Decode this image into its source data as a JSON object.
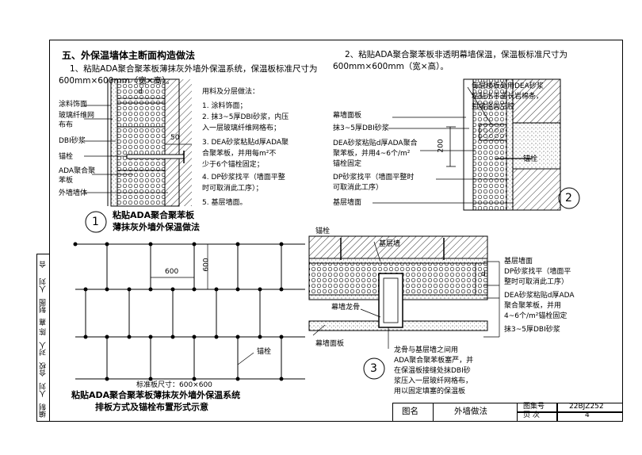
{
  "section_heading": "五、外保温墙体主断面构造做法",
  "intro1": [
    "1、粘贴ADA聚合聚苯板薄抹灰外墙外保温系统，保温板标准尺寸为",
    "600mm×600mm（宽×高）。"
  ],
  "intro2": [
    "2、粘贴ADA聚合聚苯板非透明幕墙保温，保温板标准尺寸为",
    "600mm×600mm（宽×高）。"
  ],
  "d1": {
    "labels": [
      "涂料饰面",
      "玻璃纤维网",
      "布布",
      "DBI砂浆",
      "锚栓",
      "ADA聚合聚",
      "苯板",
      "外墙墙体"
    ],
    "dim_d": "d",
    "dim_50": "50",
    "number": "1",
    "caption": [
      "粘贴ADA聚合聚苯板",
      "薄抹灰外墙外保温做法"
    ]
  },
  "materials": {
    "heading": "用料及分层做法：",
    "items": [
      "1. 涂料饰面；",
      "2. 抹3~5厚DBI砂浆，内压",
      "   入一层玻璃纤维网格布；",
      "3. DEA砂浆粘贴d厚ADA聚",
      "   合聚苯板，并用每m²不",
      "   少于6个锚栓固定；",
      "4. DP砂浆找平（墙面平整",
      "   时可取消此工序）；",
      "5. 基层墙面。"
    ]
  },
  "d2": {
    "left_labels": [
      "幕墙面板",
      "抹3~5厚DBI砂浆",
      "DEA砂浆粘贴d厚ADA聚合",
      "聚苯板，并用4~6个/m²",
      "锚栓固定",
      "DP砂浆找平（墙面平整时",
      "可取消此工序）",
      "基层墙面"
    ],
    "right_note": [
      "每层楼板处用DEA砂浆",
      "粘贴水平通长岩棉条，",
      "封堵竖向空腔"
    ],
    "anchor": "锚栓",
    "dim_200": "200",
    "number": "2"
  },
  "d_layout": {
    "dim_600_h": "600",
    "dim_600_v": "600",
    "anchor": "锚栓",
    "std_size": "标准板尺寸：600×600",
    "caption": [
      "粘贴ADA聚合聚苯板薄抹灰外墙外保温系统",
      "排板方式及锚栓布置形式示意"
    ]
  },
  "d3": {
    "anchor": "锚栓",
    "base_wall": "基层墙",
    "dim_d": "d",
    "keel": "幕墙龙骨",
    "panel": "幕墙面板",
    "right_labels": [
      "基层墙面",
      "DP砂浆找平（墙面平",
      "整时可取消此工序）",
      "DEA砂浆粘贴d厚ADA",
      "聚合聚苯板，并用",
      "4~6个/m²锚栓固定",
      "抹3~5厚DBI砂浆"
    ],
    "note": [
      "龙骨与基层墙之间用",
      "ADA聚合聚苯板塞严，并",
      "在保温板接缝处抹DBI砂",
      "浆压入一层玻纤网格布，",
      "用以固定填塞的保温板"
    ],
    "number": "3"
  },
  "title_block": {
    "name_label": "图名",
    "name_value": "外墙做法",
    "atlas_label": "图集号",
    "atlas_value": "22BJZ252",
    "page_label": "页 次",
    "page_value": "4"
  },
  "sidebar": [
    "编制",
    "人刘",
    "合校",
    "对人",
    "陈 嘉",
    "制图",
    "人刘",
    "合"
  ]
}
